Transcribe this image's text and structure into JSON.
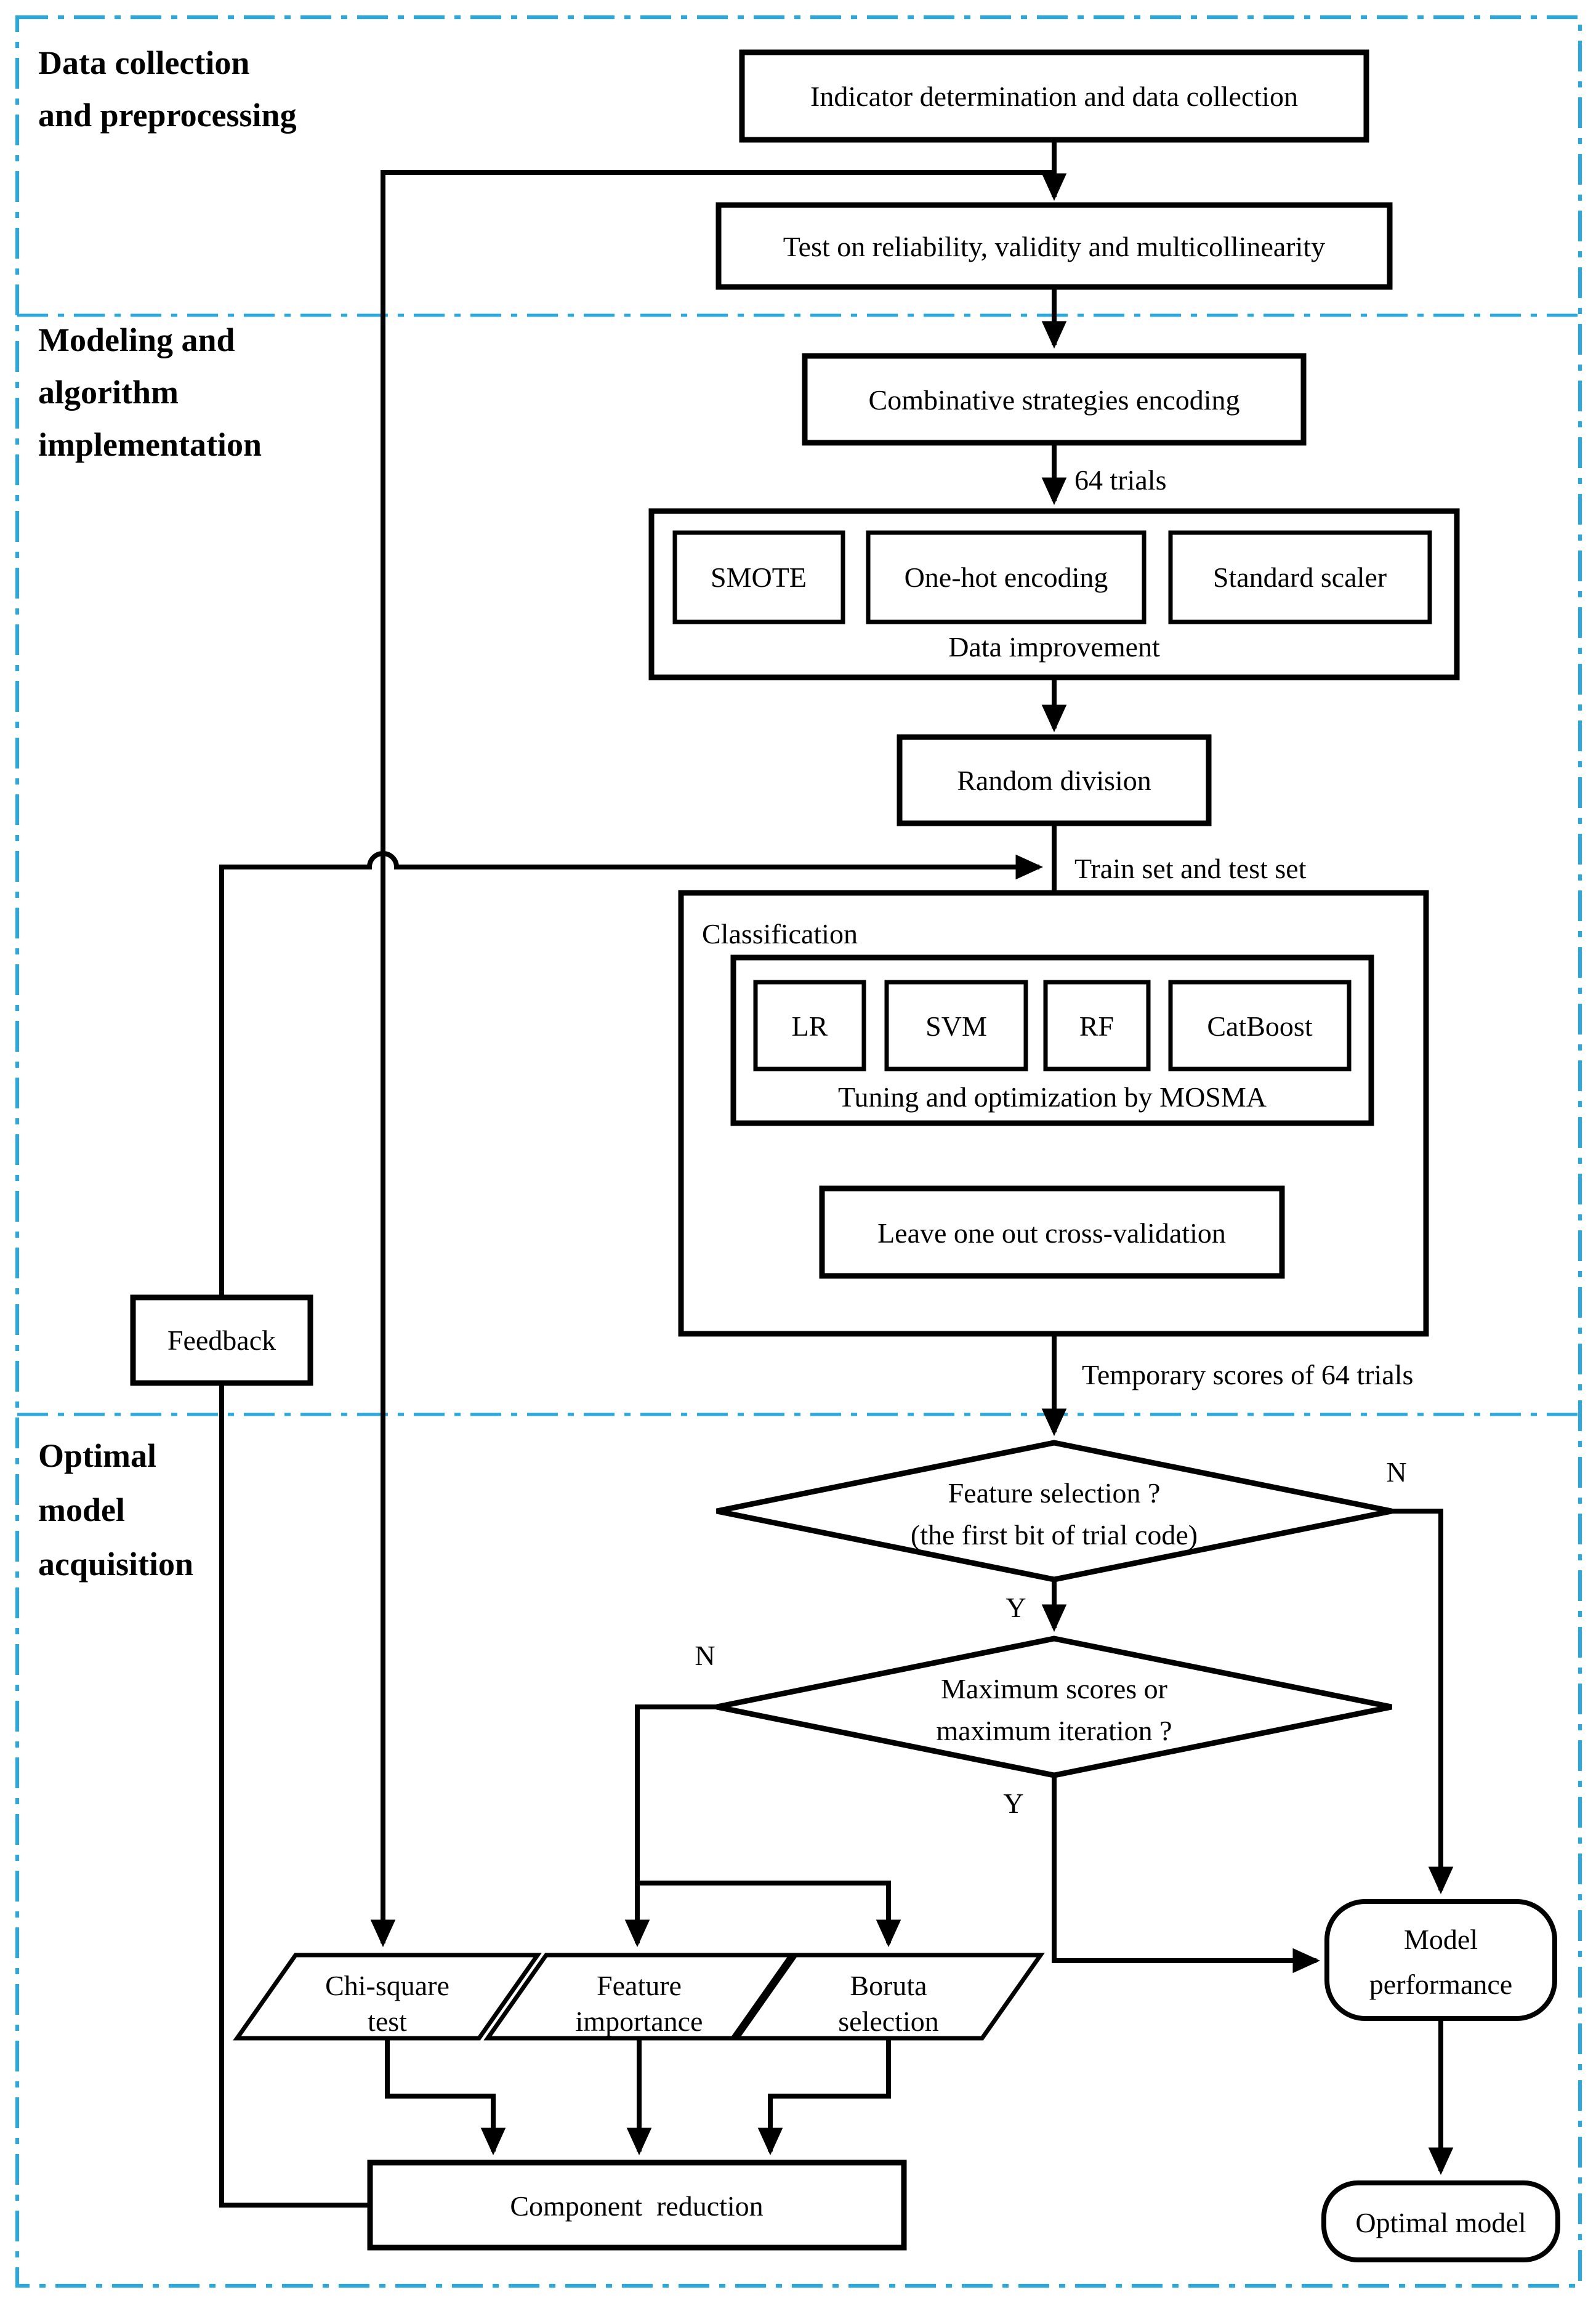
{
  "colors": {
    "line": "#000000",
    "section_border": "#29A9E2",
    "background": "#ffffff"
  },
  "sections": {
    "data_collection": {
      "l1": "Data collection",
      "l2": "and preprocessing"
    },
    "modeling": {
      "l1": "Modeling and",
      "l2": "algorithm",
      "l3": "implementation"
    },
    "optimal": {
      "l1": "Optimal",
      "l2": "model",
      "l3": "acquisition"
    }
  },
  "nodes": {
    "indicator": "Indicator determination and data collection",
    "reliability_test": "Test on reliability, validity and multicollinearity",
    "combinative": "Combinative strategies encoding",
    "smote": "SMOTE",
    "onehot": "One-hot encoding",
    "scaler": "Standard scaler",
    "data_improvement": "Data improvement",
    "random_division": "Random division",
    "classification": "Classification",
    "lr": "LR",
    "svm": "SVM",
    "rf": "RF",
    "catboost": "CatBoost",
    "mosma": "Tuning and optimization by MOSMA",
    "loocv": "Leave one out cross-validation",
    "feedback": "Feedback",
    "diamond1_l1": "Feature selection ?",
    "diamond1_l2": "(the first bit of trial code)",
    "diamond2_l1": "Maximum scores or",
    "diamond2_l2": "maximum iteration ?",
    "chi_l1": "Chi-square",
    "chi_l2": "test",
    "feature_importance_l1": "Feature",
    "feature_importance_l2": "importance",
    "boruta_l1": "Boruta",
    "boruta_l2": "selection",
    "component_reduction": "Component  reduction",
    "model_performance_l1": "Model",
    "model_performance_l2": "performance",
    "optimal_model": "Optimal model"
  },
  "edge_labels": {
    "trials": "64 trials",
    "train_test": "Train set and test set",
    "temp_scores": "Temporary scores of 64 trials",
    "d1_no": "N",
    "d1_yes": "Y",
    "d2_no": "N",
    "d2_yes": "Y"
  }
}
